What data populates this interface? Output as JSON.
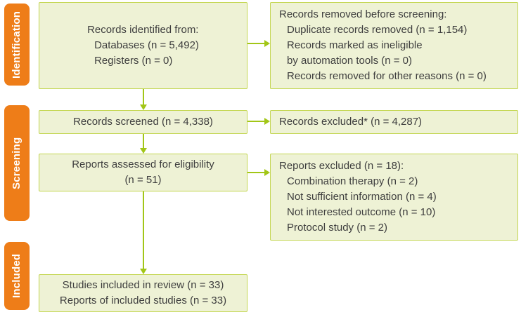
{
  "stages": [
    {
      "label": "Identification"
    },
    {
      "label": "Screening"
    },
    {
      "label": "Included"
    }
  ],
  "boxes": {
    "identified": {
      "lines": [
        "Records identified from:",
        "Databases (n = 5,492)",
        "Registers (n = 0)"
      ]
    },
    "removed": {
      "lines": [
        "Records removed before screening:",
        "Duplicate records removed (n = 1,154)",
        "Records marked as ineligible",
        "by automation tools (n = 0)",
        "Records removed for other reasons (n = 0)"
      ]
    },
    "screened": {
      "text": "Records screened (n = 4,338)"
    },
    "records_excluded": {
      "text": "Records excluded* (n = 4,287)"
    },
    "assessed": {
      "lines": [
        "Reports assessed for eligibility",
        "(n = 51)"
      ]
    },
    "reports_excluded": {
      "lines": [
        "Reports excluded (n = 18):",
        "Combination therapy (n = 2)",
        "Not sufficient information (n = 4)",
        "Not interested outcome (n = 10)",
        "Protocol study (n = 2)"
      ]
    },
    "included": {
      "lines": [
        "Studies included in review (n = 33)",
        "Reports of included studies (n = 33)"
      ]
    }
  },
  "colors": {
    "orange": "#ee7d18",
    "box_fill": "#eef2d5",
    "box_border": "#c3d650",
    "arrow": "#a2c617",
    "text_color": "#3e3e3e",
    "stage_text": "#ffffff"
  }
}
